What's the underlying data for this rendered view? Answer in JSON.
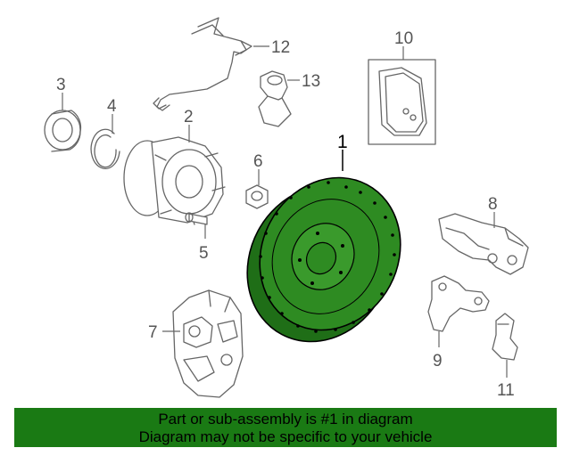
{
  "callouts": {
    "c1": "1",
    "c2": "2",
    "c3": "3",
    "c4": "4",
    "c5": "5",
    "c6": "6",
    "c7": "7",
    "c8": "8",
    "c9": "9",
    "c10": "10",
    "c11": "11",
    "c12": "12",
    "c13": "13"
  },
  "banner": {
    "line1": "Part or sub-assembly is #1 in diagram",
    "line2": "Diagram may not be specific to your vehicle"
  },
  "colors": {
    "highlight_green": "#1a7a14",
    "rotor_green": "#2e8b22",
    "line_gray": "#666666"
  }
}
